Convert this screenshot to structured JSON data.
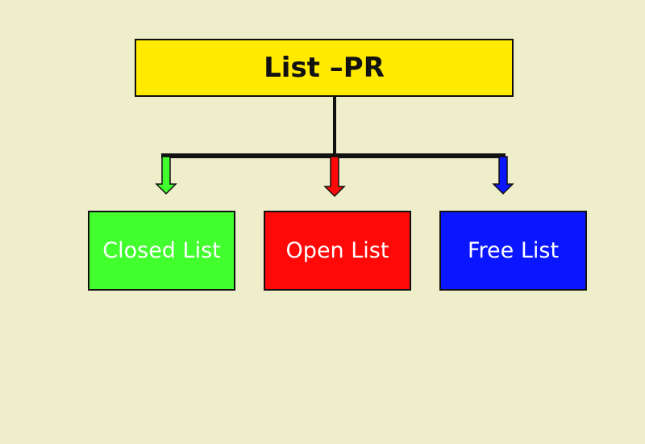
{
  "diagram": {
    "root": {
      "label": "List –PR",
      "color": "#ffea00"
    },
    "children": [
      {
        "label": "Closed List",
        "color": "#42ff2e"
      },
      {
        "label": "Open List",
        "color": "#ff0808"
      },
      {
        "label": "Free List",
        "color": "#0a16ff"
      }
    ]
  }
}
